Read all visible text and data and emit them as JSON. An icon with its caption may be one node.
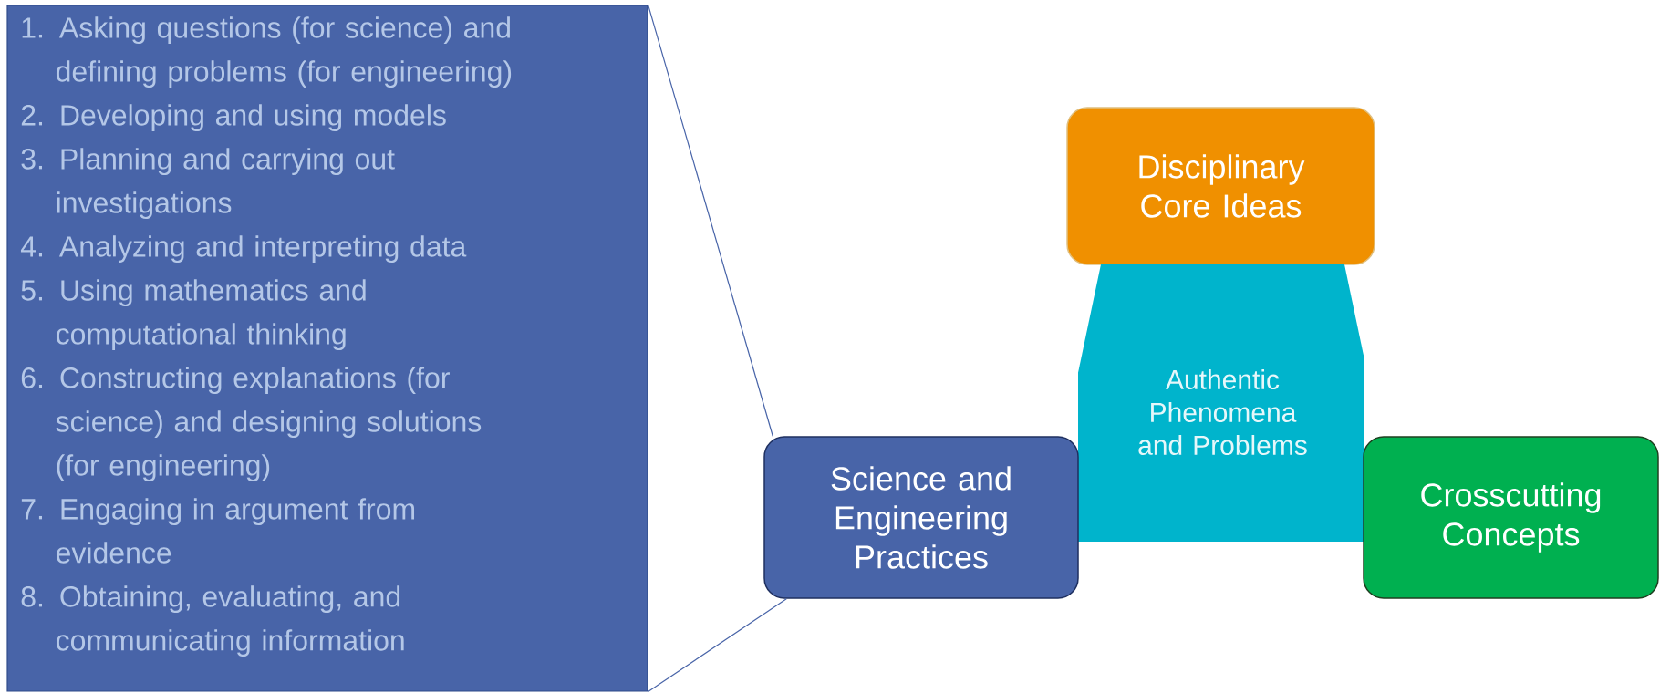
{
  "diagram": {
    "nodes": [
      {
        "text": [
          "1. Asking questions (for science) and defining problems (for engineering)",
          "2. Developing and using models",
          "3. Planning and carrying out investigations",
          "4. Analyzing and interpreting data",
          "5. Using mathematics and computational thinking",
          "6. Constructing explanations (for science) and designing solutions (for engineering)",
          "7. Engaging in argument from evidence",
          "8. Obtaining, evaluating, and communicating information"
        ]
      },
      {
        "text": [
          "Disciplinary Core Ideas"
        ]
      },
      {
        "text": [
          "Authentic Phenomena and Problems"
        ]
      },
      {
        "text": [
          "Science and Engineering Practices"
        ]
      },
      {
        "text": [
          "Crosscutting Concepts"
        ]
      }
    ],
    "edges": [
      {
        "from": 0,
        "to": 3,
        "arrow": "none"
      },
      {
        "from": 0,
        "to": 3,
        "arrow": "none"
      }
    ]
  }
}
